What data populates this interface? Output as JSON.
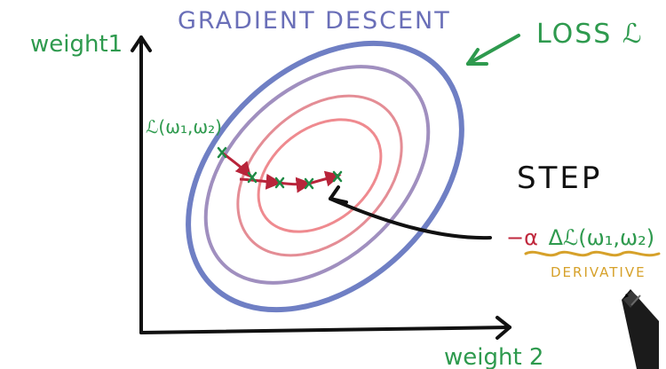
{
  "title": "GRADIENT DESCENT",
  "loss_label": "LOSS ℒ",
  "axes": {
    "y_label": "weight1",
    "x_label": "weight 2"
  },
  "point_label": "ℒ(ω₁,ω₂)",
  "step": {
    "label": "STEP",
    "formula_prefix": "−α",
    "formula_body": "Δℒ(ω₁,ω₂)",
    "derivative_label": "DERIVATIVE"
  },
  "contours": [
    {
      "role": "outer",
      "color": "#6f7fc4"
    },
    {
      "role": "second",
      "color": "#a08fbf"
    },
    {
      "role": "third",
      "color": "#e48d95"
    },
    {
      "role": "inner",
      "color": "#ef8a8f"
    }
  ],
  "path_points": 5,
  "colors": {
    "title": "#6a6fb8",
    "green_text": "#2e9a4e",
    "axis": "#111111",
    "step_arrow": "#b8243a",
    "step_marker": "#1f8a45",
    "pointer_arrow": "#111111",
    "formula_alpha": "#c0283d",
    "derivative": "#d6a12a"
  },
  "icons": [
    "pen-icon"
  ]
}
